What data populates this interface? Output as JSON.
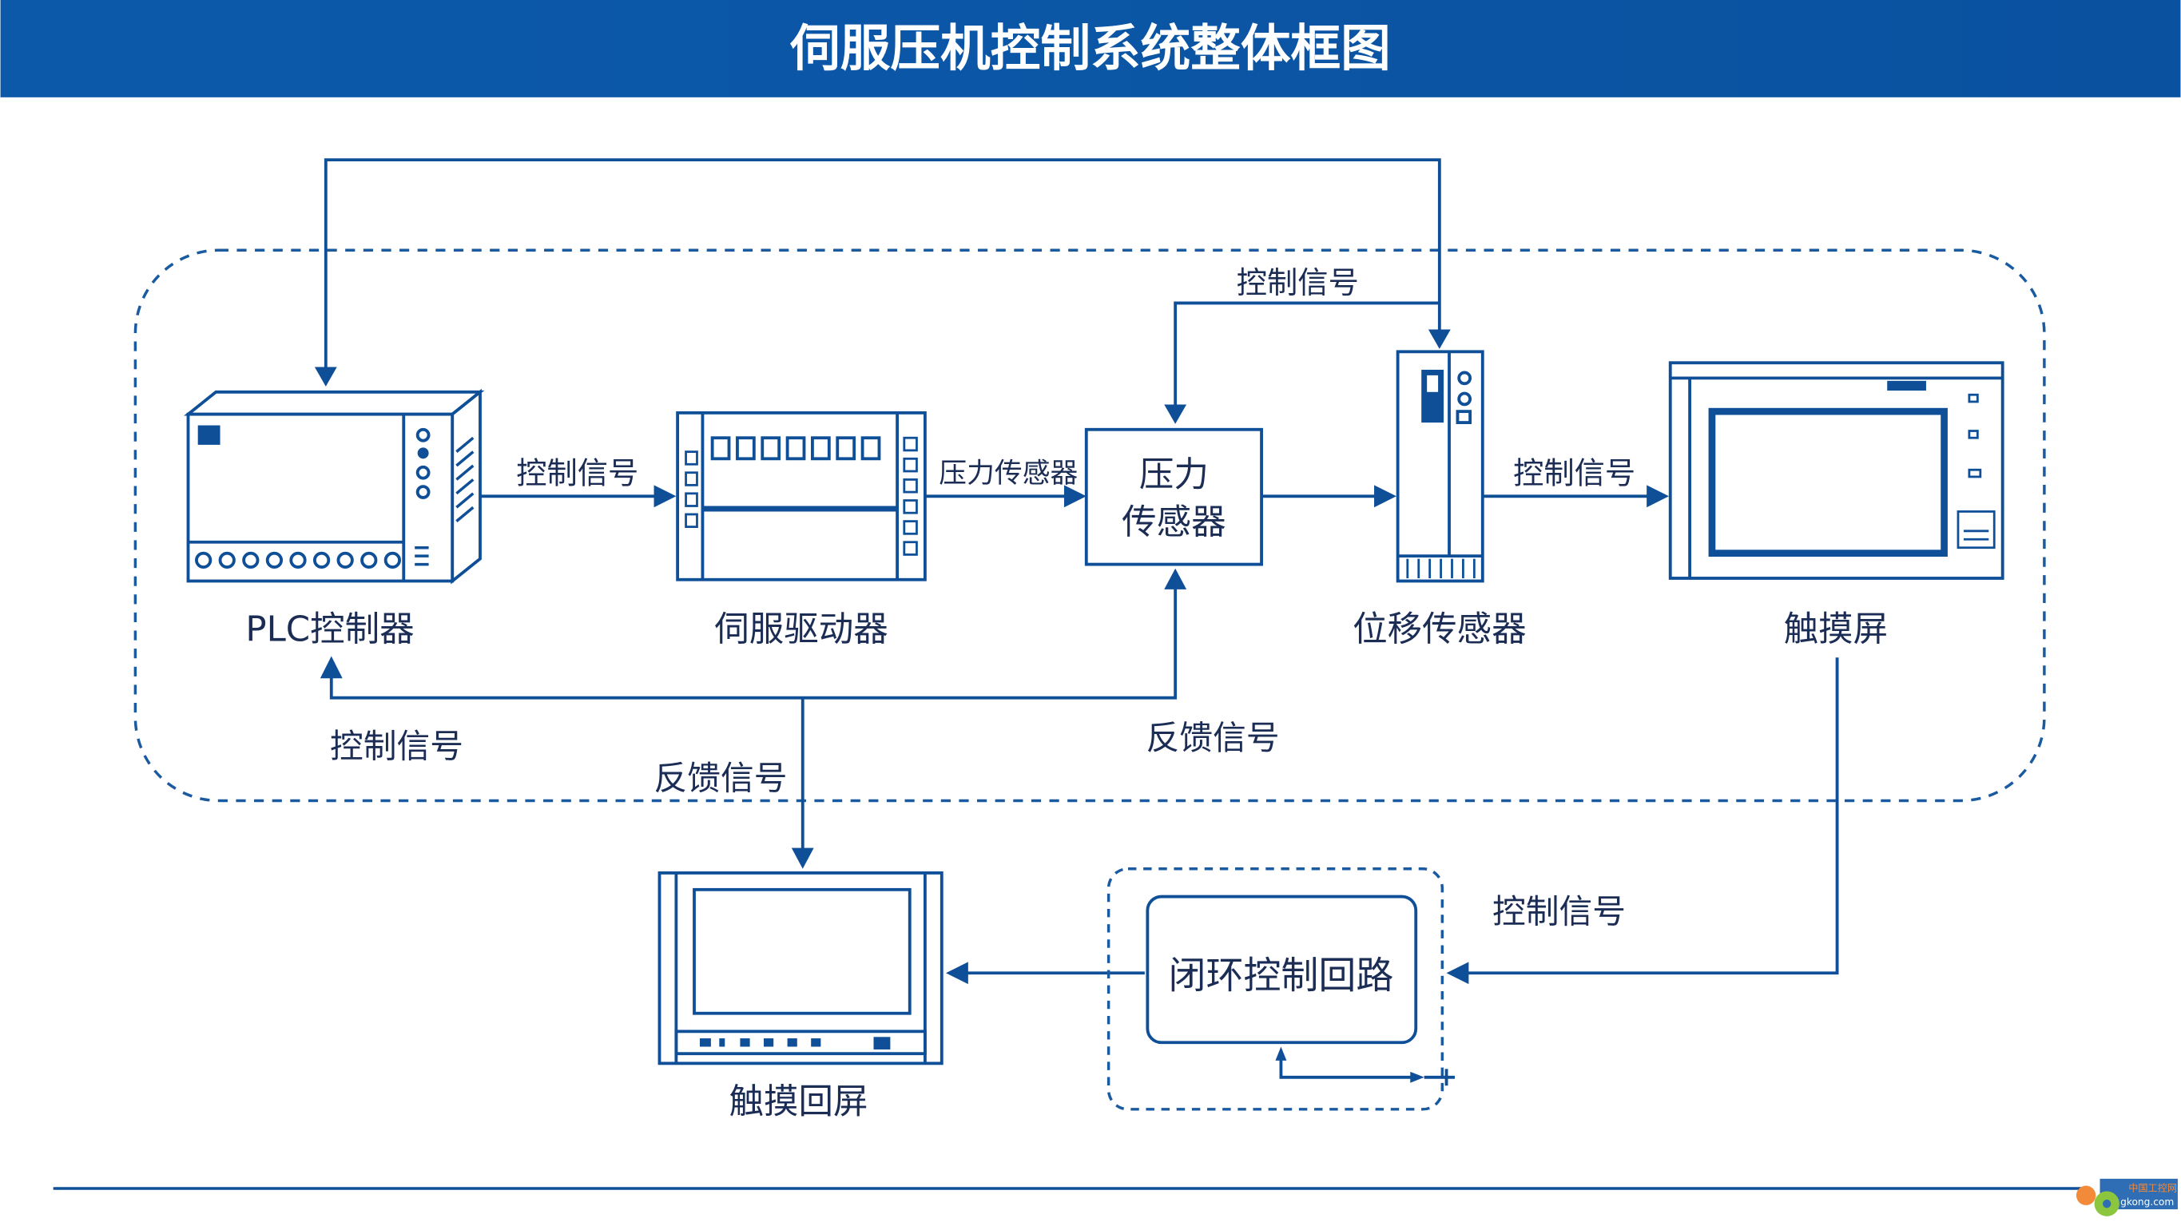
{
  "header": {
    "title": "伺服压机控制系统整体框图",
    "background": "#0a57a8"
  },
  "colors": {
    "line": "#0f4f98",
    "text": "#1b2d55"
  },
  "nodes": {
    "plc": "PLC控制器",
    "servo_driver": "伺服驱动器",
    "pressure_sensor_line1": "压力",
    "pressure_sensor_line2": "传感器",
    "displacement_sensor": "位移传感器",
    "touch_screen": "触摸屏",
    "touch_return_screen": "触摸回屏",
    "closed_loop": "闭环控制回路"
  },
  "edge_labels": {
    "top_control": "控制信号",
    "plc_to_driver": "控制信号",
    "driver_to_sensor": "压力传感器",
    "displacement_to_touch": "控制信号",
    "feedback_to_plc": "控制信号",
    "feedback_sensor": "反馈信号",
    "feedback_down": "反馈信号",
    "touch_to_loop": "控制信号"
  },
  "watermark": {
    "text": "中国工控网",
    "domain": "gkong.com"
  }
}
